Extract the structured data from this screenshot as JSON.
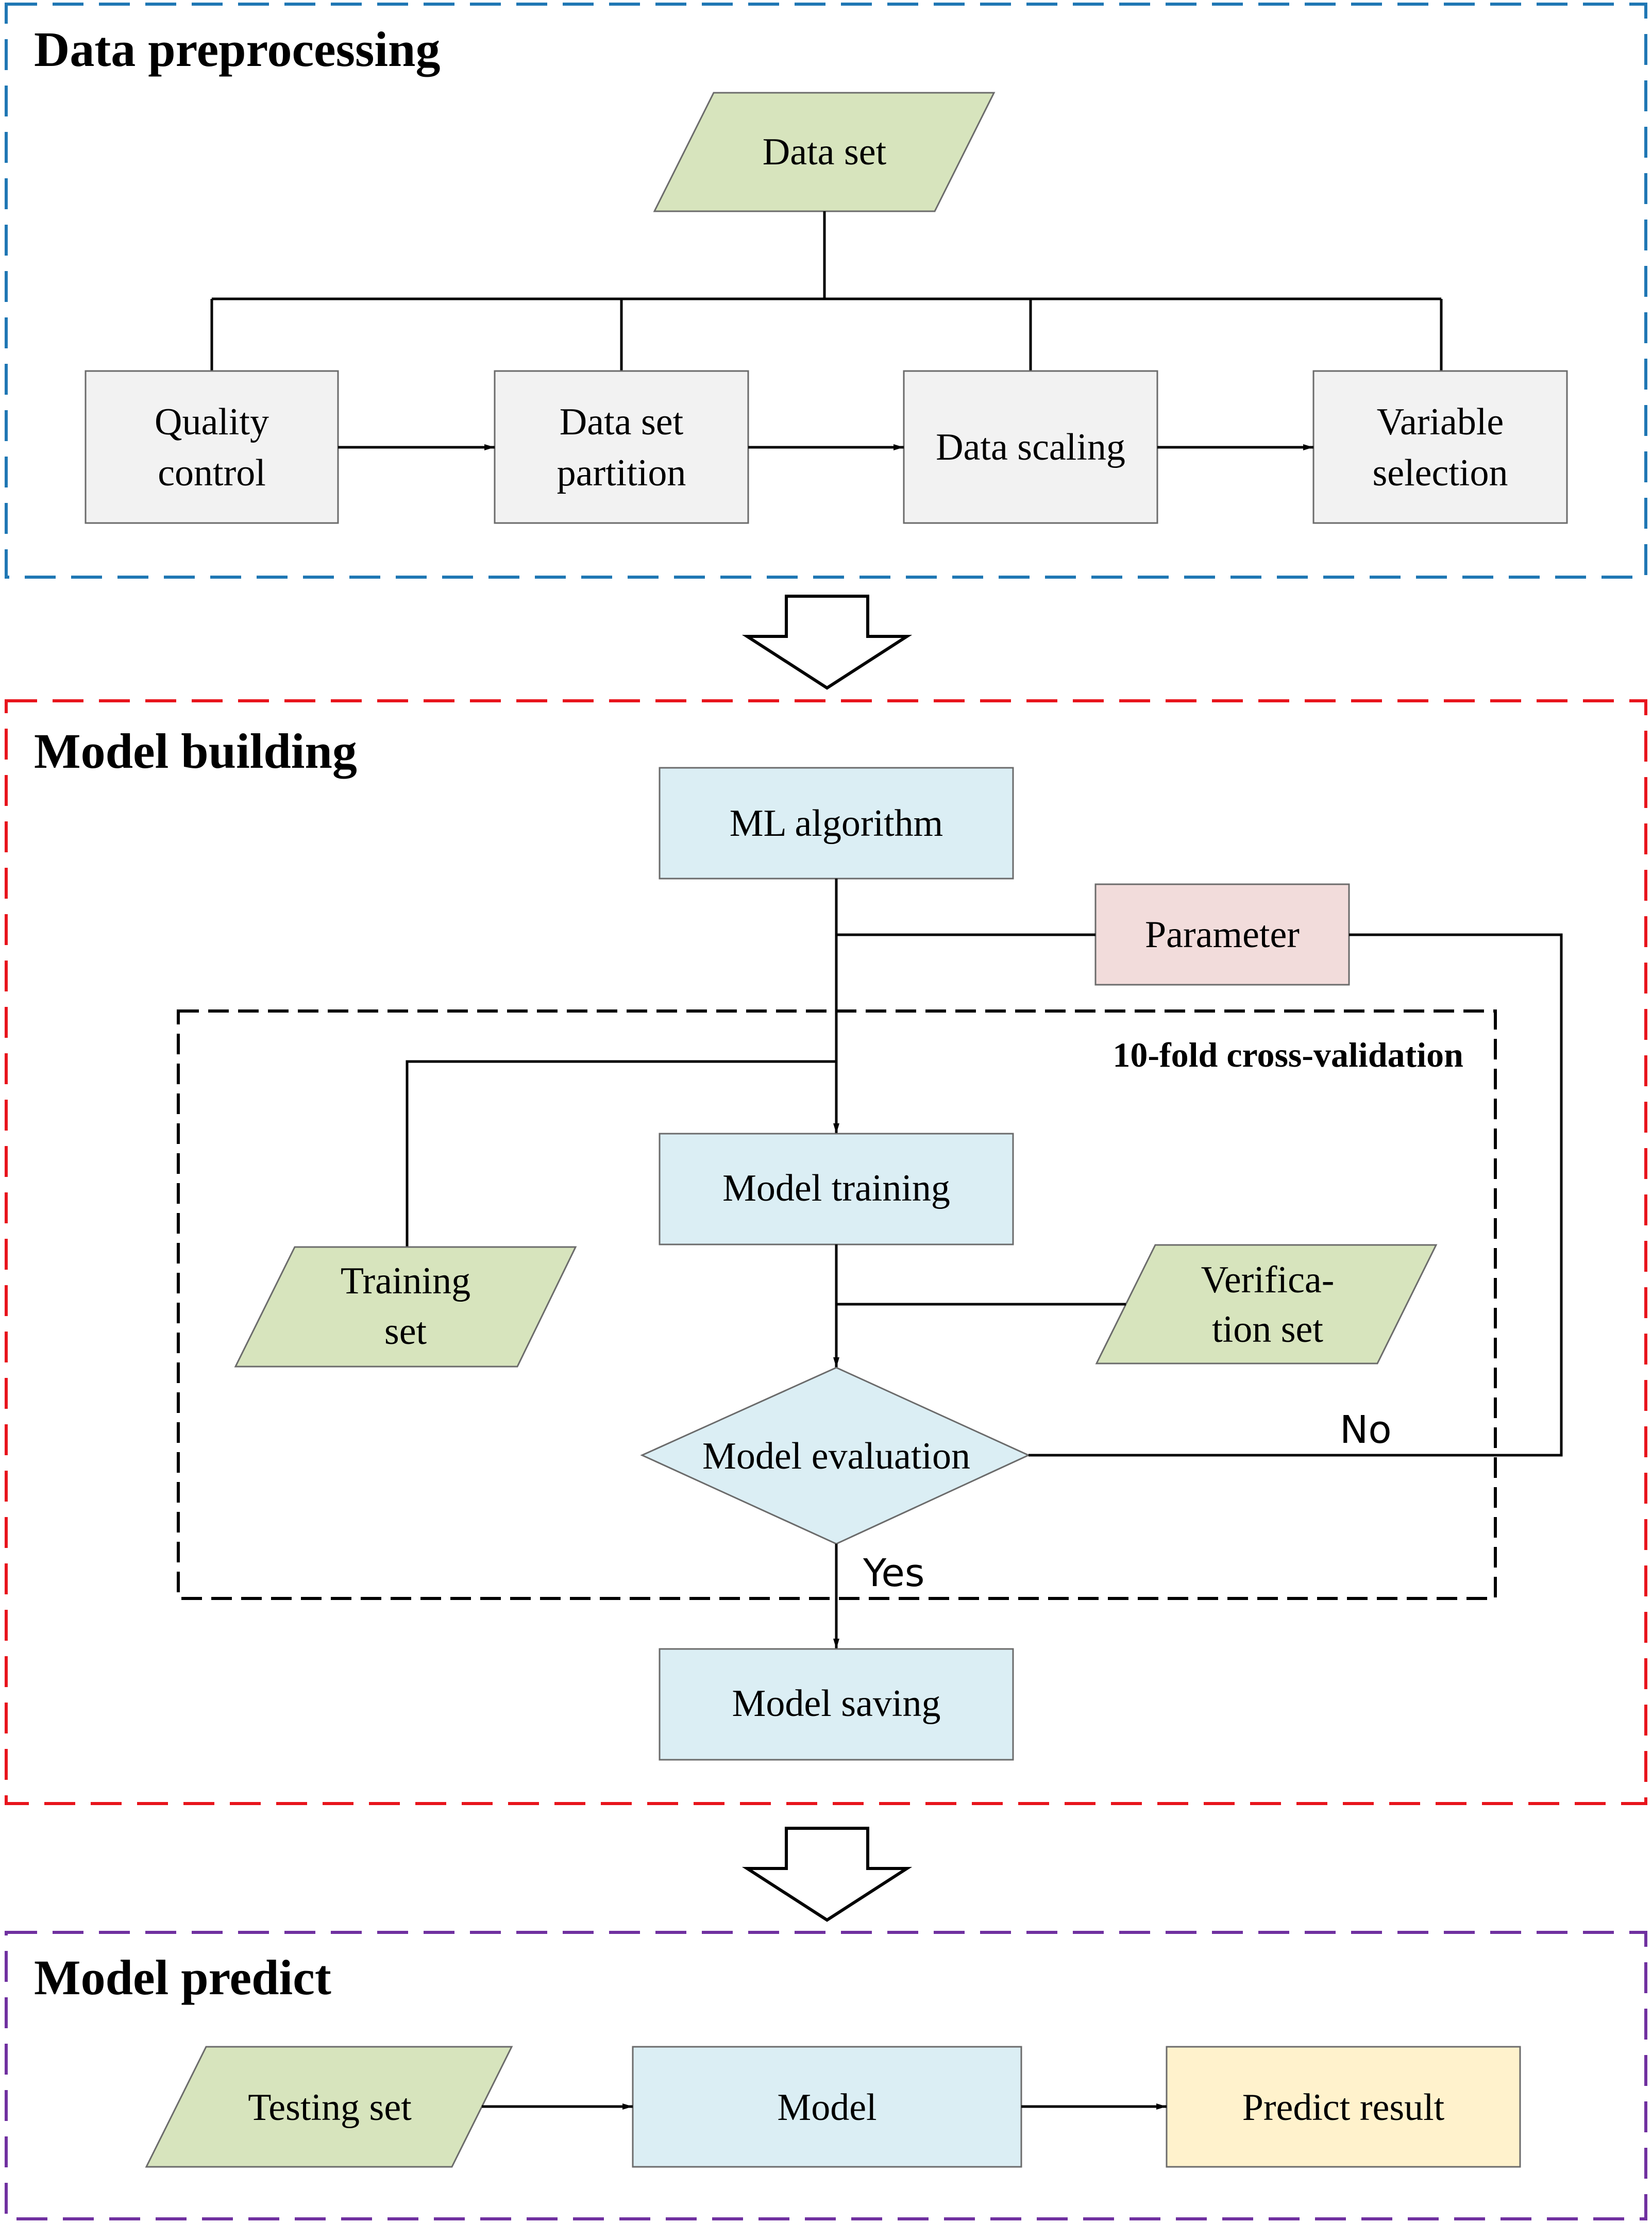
{
  "sections": {
    "preprocessing": {
      "title": "Data preprocessing",
      "color": "#1f77b4"
    },
    "building": {
      "title": "Model building",
      "color": "#e8141c"
    },
    "predict": {
      "title": "Model predict",
      "color": "#7030a0"
    }
  },
  "preprocessing": {
    "dataset": "Data set",
    "quality_control": [
      "Quality",
      "control"
    ],
    "partition": [
      "Data set",
      "partition"
    ],
    "scaling": "Data scaling",
    "variable_selection": [
      "Variable",
      "selection"
    ]
  },
  "building": {
    "ml_algorithm": "ML algorithm",
    "parameter": "Parameter",
    "cv_label": "10-fold cross-validation",
    "model_training": "Model training",
    "training_set": [
      "Training",
      "set"
    ],
    "verification_set": [
      "Verifica-",
      "tion set"
    ],
    "model_evaluation": "Model evaluation",
    "no_label": "No",
    "yes_label": "Yes",
    "model_saving": "Model saving"
  },
  "predict": {
    "testing_set": "Testing set",
    "model": "Model",
    "predict_result": "Predict result"
  },
  "colors": {
    "green_fill": "#d7e4bd",
    "gray_fill": "#f2f2f2",
    "blue_fill": "#dbeef4",
    "pink_fill": "#f2dcdb",
    "yellow_fill": "#fff2cc"
  }
}
